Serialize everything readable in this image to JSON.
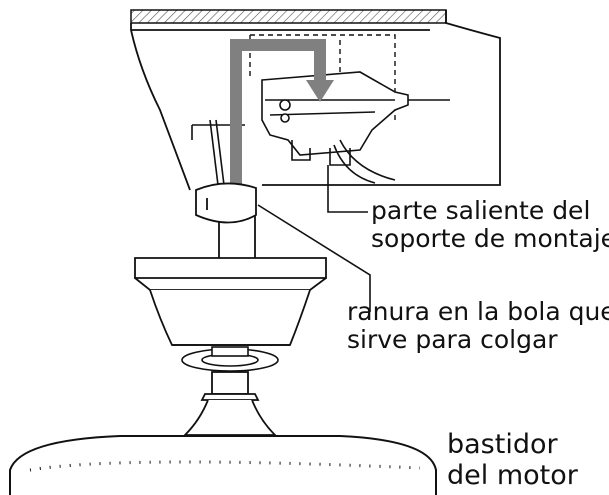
{
  "labels": {
    "mounting_bracket_tab_line1": "parte saliente del",
    "mounting_bracket_tab_line2": "soporte de montaje",
    "hanger_ball_slot_line1": "ranura en la bola que",
    "hanger_ball_slot_line2": "sirve para colgar",
    "motor_housing_line1": "bastidor",
    "motor_housing_line2": "del motor"
  },
  "colors": {
    "line": "#111111",
    "arrow": "#808080",
    "ceiling_hatch": "#555555",
    "background": "#ffffff"
  }
}
